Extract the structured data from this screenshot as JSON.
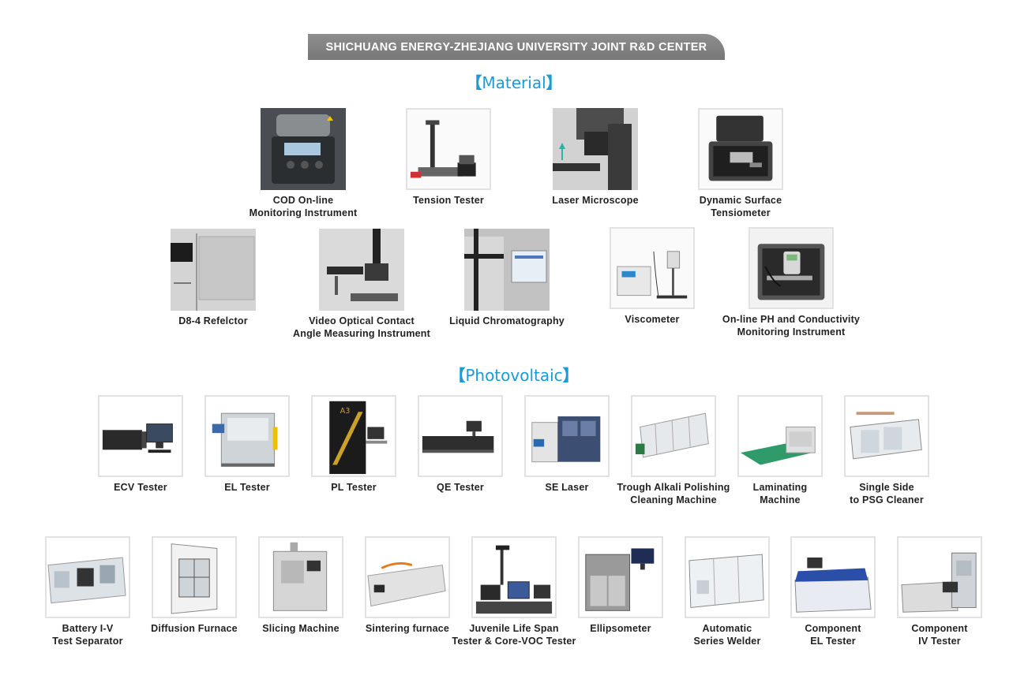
{
  "banner": "SHICHUANG ENERGY-ZHEJIANG UNIVERSITY JOINT R&D CENTER",
  "material": {
    "title": "Material",
    "open": "【",
    "close": "】",
    "row1": [
      {
        "l1": "COD On-line",
        "l2": "Monitoring Instrument"
      },
      {
        "l1": "Tension Tester",
        "l2": ""
      },
      {
        "l1": "Laser Microscope",
        "l2": ""
      },
      {
        "l1": "Dynamic Surface Tensiometer",
        "l2": ""
      }
    ],
    "row2": [
      {
        "l1": "D8-4 Refelctor",
        "l2": ""
      },
      {
        "l1": "Video Optical Contact",
        "l2": "Angle Measuring Instrument"
      },
      {
        "l1": "Liquid Chromatography",
        "l2": ""
      },
      {
        "l1": "Viscometer",
        "l2": ""
      },
      {
        "l1": "On-line PH and Conductivity",
        "l2": "Monitoring Instrument"
      }
    ]
  },
  "photovoltaic": {
    "title": "Photovoltaic",
    "open": "【",
    "close": "】",
    "row1": [
      {
        "l1": "ECV Tester",
        "l2": ""
      },
      {
        "l1": "EL Tester",
        "l2": ""
      },
      {
        "l1": "PL Tester",
        "l2": ""
      },
      {
        "l1": "QE Tester",
        "l2": ""
      },
      {
        "l1": "SE Laser",
        "l2": ""
      },
      {
        "l1": "Trough Alkali Polishing",
        "l2": "Cleaning Machine"
      },
      {
        "l1": "Laminating",
        "l2": "Machine"
      },
      {
        "l1": "Single Side",
        "l2": "to PSG Cleaner"
      }
    ],
    "row2": [
      {
        "l1": "Battery I-V",
        "l2": "Test Separator"
      },
      {
        "l1": "Diffusion Furnace",
        "l2": ""
      },
      {
        "l1": "Slicing Machine",
        "l2": ""
      },
      {
        "l1": "Sintering furnace",
        "l2": ""
      },
      {
        "l1": "Juvenile Life Span",
        "l2": "Tester & Core-VOC Tester"
      },
      {
        "l1": "Ellipsometer",
        "l2": ""
      },
      {
        "l1": "Automatic",
        "l2": "Series Welder"
      },
      {
        "l1": "Component",
        "l2": "EL Tester"
      },
      {
        "l1": "Component",
        "l2": "IV Tester"
      }
    ]
  },
  "colors": {
    "accent": "#1a9ad7",
    "banner": "#858585"
  }
}
